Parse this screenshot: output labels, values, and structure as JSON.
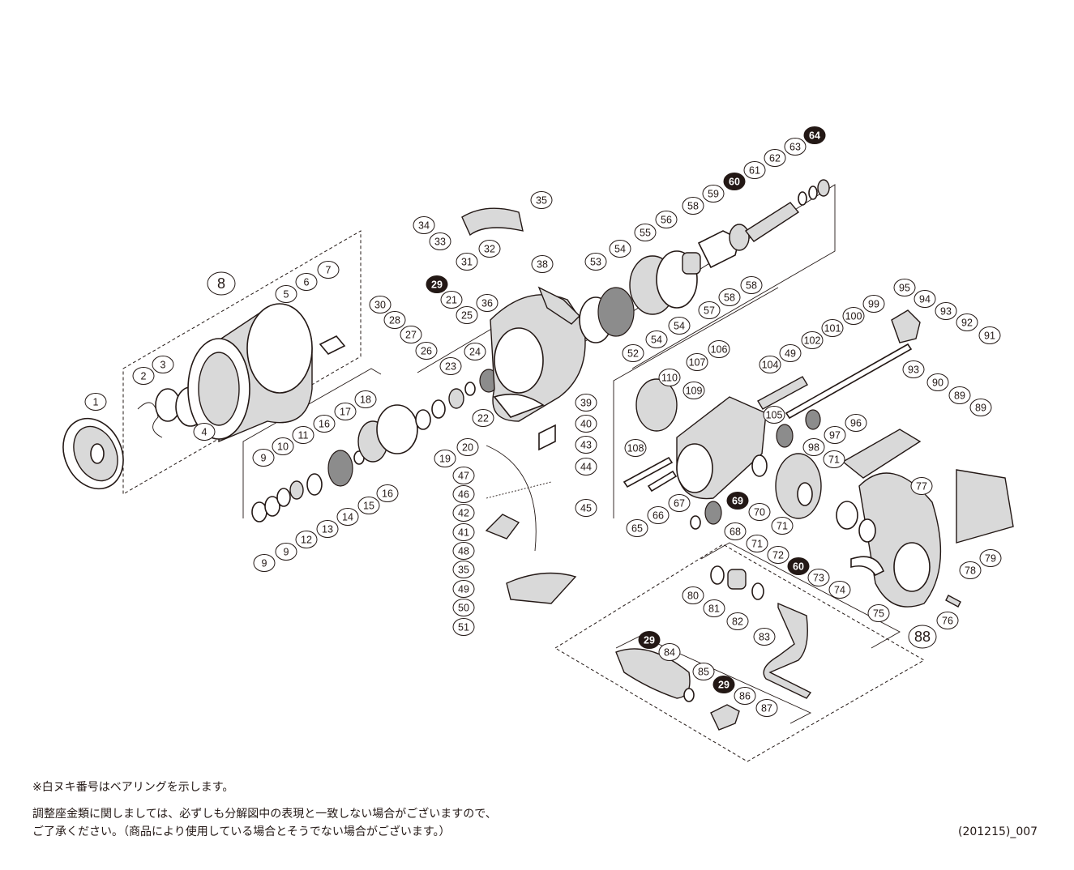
{
  "callouts": [
    {
      "n": "1"
    },
    {
      "n": "2"
    },
    {
      "n": "3"
    },
    {
      "n": "4"
    },
    {
      "n": "5"
    },
    {
      "n": "6"
    },
    {
      "n": "7"
    },
    {
      "n": "8",
      "group": true
    },
    {
      "n": "9"
    },
    {
      "n": "9"
    },
    {
      "n": "9"
    },
    {
      "n": "10"
    },
    {
      "n": "11"
    },
    {
      "n": "12"
    },
    {
      "n": "13"
    },
    {
      "n": "14"
    },
    {
      "n": "15"
    },
    {
      "n": "16"
    },
    {
      "n": "16"
    },
    {
      "n": "17"
    },
    {
      "n": "18"
    },
    {
      "n": "19"
    },
    {
      "n": "20"
    },
    {
      "n": "21"
    },
    {
      "n": "22"
    },
    {
      "n": "23"
    },
    {
      "n": "24"
    },
    {
      "n": "25"
    },
    {
      "n": "26"
    },
    {
      "n": "27"
    },
    {
      "n": "28"
    },
    {
      "n": "29",
      "bearing": true
    },
    {
      "n": "30"
    },
    {
      "n": "31"
    },
    {
      "n": "32"
    },
    {
      "n": "33"
    },
    {
      "n": "34"
    },
    {
      "n": "35"
    },
    {
      "n": "36"
    },
    {
      "n": "38"
    },
    {
      "n": "39"
    },
    {
      "n": "40"
    },
    {
      "n": "41"
    },
    {
      "n": "42"
    },
    {
      "n": "43"
    },
    {
      "n": "44"
    },
    {
      "n": "45"
    },
    {
      "n": "46"
    },
    {
      "n": "47"
    },
    {
      "n": "48"
    },
    {
      "n": "35"
    },
    {
      "n": "49"
    },
    {
      "n": "50"
    },
    {
      "n": "51"
    },
    {
      "n": "52"
    },
    {
      "n": "53"
    },
    {
      "n": "54"
    },
    {
      "n": "54"
    },
    {
      "n": "54"
    },
    {
      "n": "55"
    },
    {
      "n": "56"
    },
    {
      "n": "57"
    },
    {
      "n": "58"
    },
    {
      "n": "58"
    },
    {
      "n": "58"
    },
    {
      "n": "59"
    },
    {
      "n": "60",
      "bearing": true
    },
    {
      "n": "61"
    },
    {
      "n": "62"
    },
    {
      "n": "63"
    },
    {
      "n": "64",
      "bearing": true
    },
    {
      "n": "65"
    },
    {
      "n": "66"
    },
    {
      "n": "67"
    },
    {
      "n": "68"
    },
    {
      "n": "69",
      "bearing": true
    },
    {
      "n": "70"
    },
    {
      "n": "71"
    },
    {
      "n": "71"
    },
    {
      "n": "71"
    },
    {
      "n": "72"
    },
    {
      "n": "60",
      "bearing": true
    },
    {
      "n": "73"
    },
    {
      "n": "74"
    },
    {
      "n": "75"
    },
    {
      "n": "76"
    },
    {
      "n": "77"
    },
    {
      "n": "78"
    },
    {
      "n": "79"
    },
    {
      "n": "80"
    },
    {
      "n": "81"
    },
    {
      "n": "82"
    },
    {
      "n": "83"
    },
    {
      "n": "84"
    },
    {
      "n": "29",
      "bearing": true
    },
    {
      "n": "85"
    },
    {
      "n": "29",
      "bearing": true
    },
    {
      "n": "86"
    },
    {
      "n": "87"
    },
    {
      "n": "88",
      "group": true
    },
    {
      "n": "89"
    },
    {
      "n": "89"
    },
    {
      "n": "90"
    },
    {
      "n": "91"
    },
    {
      "n": "92"
    },
    {
      "n": "93"
    },
    {
      "n": "93"
    },
    {
      "n": "94"
    },
    {
      "n": "95"
    },
    {
      "n": "96"
    },
    {
      "n": "97"
    },
    {
      "n": "98"
    },
    {
      "n": "99"
    },
    {
      "n": "100"
    },
    {
      "n": "101"
    },
    {
      "n": "102"
    },
    {
      "n": "104"
    },
    {
      "n": "105"
    },
    {
      "n": "106"
    },
    {
      "n": "107"
    },
    {
      "n": "108"
    },
    {
      "n": "109"
    },
    {
      "n": "110"
    },
    {
      "n": "49"
    }
  ],
  "notes": {
    "bearing_note": "※白ヌキ番号はベアリングを示します。",
    "shim_note_1": "調整座金類に関しましては、必ずしも分解図中の表現と一致しない場合がございますので、",
    "shim_note_2": "ご了承ください。（商品により使用している場合とそうでない場合がございます。）",
    "code": "(201215)_007"
  },
  "colors": {
    "ink": "#231815",
    "bearing_fill": "#231815",
    "paper": "#ffffff"
  }
}
